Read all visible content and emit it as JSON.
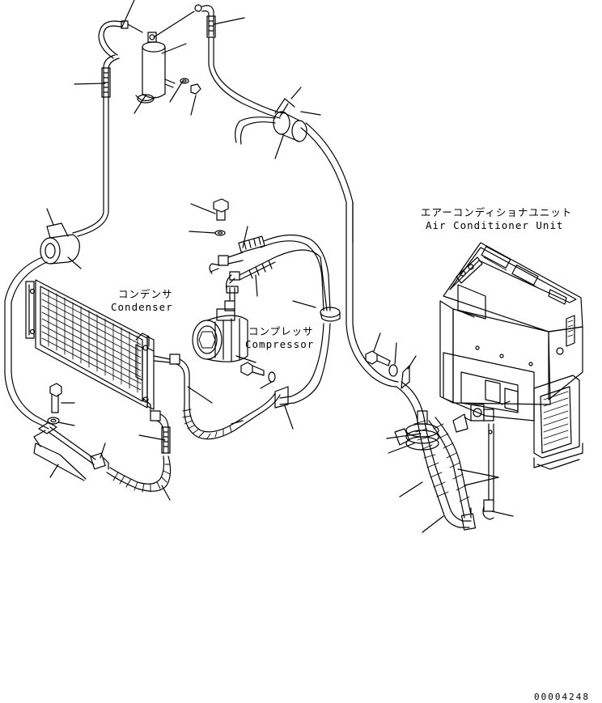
{
  "labels": {
    "air_conditioner_jp": "エアーコンディショナユニット",
    "air_conditioner_en": "Air Conditioner Unit",
    "condenser_jp": "コンデンサ",
    "condenser_en": "Condenser",
    "compressor_jp": "コンプレッサ",
    "compressor_en": "Compressor"
  },
  "drawing_code": "00004248",
  "colors": {
    "line": "#000000",
    "background": "#ffffff"
  }
}
